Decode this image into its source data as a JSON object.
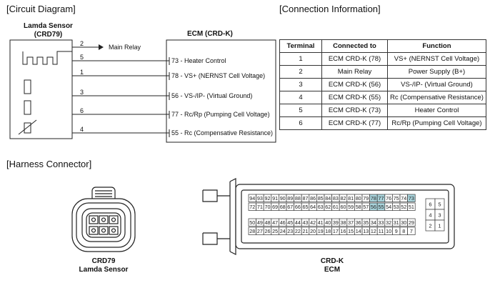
{
  "circuit": {
    "section_title": "[Circuit Diagram]",
    "sensor_name": "Lamda Sensor",
    "sensor_code": "(CRD79)",
    "ecm_title": "ECM (CRD-K)",
    "main_relay_label": "Main Relay",
    "sensor_pins": [
      "2",
      "5",
      "1",
      "3",
      "6",
      "4"
    ],
    "ecm_pins": [
      "73 - Heater Control",
      "78 - VS+ (NERNST Cell Voltage)",
      "56 - VS-/IP- (Virtual Ground)",
      "77 - Rc/Rp (Pumping Cell Voltage)",
      "55 - Rc (Compensative Resistance)"
    ]
  },
  "connection": {
    "section_title": "[Connection Information]",
    "headers": [
      "Terminal",
      "Connected to",
      "Function"
    ],
    "rows": [
      [
        "1",
        "ECM CRD-K (78)",
        "VS+ (NERNST Cell Voltage)"
      ],
      [
        "2",
        "Main Relay",
        "Power Supply (B+)"
      ],
      [
        "3",
        "ECM CRD-K (56)",
        "VS-/IP- (Virtual Ground)"
      ],
      [
        "4",
        "ECM CRD-K (55)",
        "Rc (Compensative Resistance)"
      ],
      [
        "5",
        "ECM CRD-K (73)",
        "Heater Control"
      ],
      [
        "6",
        "ECM CRD-K (77)",
        "Rc/Rp (Pumping Cell Voltage)"
      ]
    ]
  },
  "harness": {
    "section_title": "[Harness Connector]",
    "crd79_code": "CRD79",
    "crd79_name": "Lamda Sensor",
    "crdk_code": "CRD-K",
    "crdk_name": "ECM",
    "ecm_rows": [
      [
        "94",
        "93",
        "92",
        "91",
        "90",
        "89",
        "88",
        "87",
        "86",
        "85",
        "84",
        "83",
        "82",
        "81",
        "80",
        "79",
        "78",
        "77",
        "76",
        "75",
        "74",
        "73"
      ],
      [
        "72",
        "71",
        "70",
        "69",
        "68",
        "67",
        "66",
        "65",
        "64",
        "63",
        "62",
        "61",
        "60",
        "59",
        "58",
        "57",
        "56",
        "55",
        "54",
        "53",
        "52",
        "51"
      ],
      [
        "50",
        "49",
        "48",
        "47",
        "46",
        "45",
        "44",
        "43",
        "42",
        "41",
        "40",
        "39",
        "38",
        "37",
        "36",
        "35",
        "34",
        "33",
        "32",
        "31",
        "30",
        "29"
      ],
      [
        "28",
        "27",
        "26",
        "25",
        "24",
        "23",
        "22",
        "21",
        "20",
        "19",
        "18",
        "17",
        "16",
        "15",
        "14",
        "13",
        "12",
        "11",
        "10",
        "9",
        "8",
        "7"
      ]
    ],
    "highlight_pins": [
      "78",
      "77",
      "73",
      "56",
      "55"
    ],
    "highlight_color": "#a9d4dc",
    "side_pins": [
      [
        "6",
        "5"
      ],
      [
        "4",
        "3"
      ],
      [
        "2",
        "1"
      ]
    ]
  }
}
